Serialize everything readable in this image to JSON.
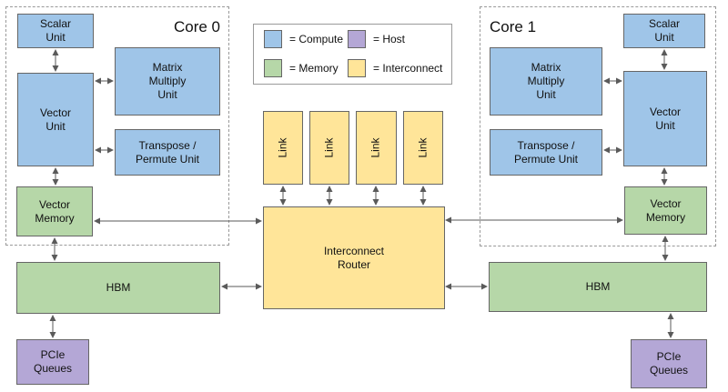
{
  "palette": {
    "compute": "#9fc5e8",
    "memory": "#b6d7a8",
    "host": "#b4a7d6",
    "interconnect": "#ffe599",
    "box_border": "#666666",
    "dashed_border": "#9a9a9a",
    "arrow": "#5a5a5a"
  },
  "legend": {
    "compute": "= Compute",
    "host": "= Host",
    "memory": "= Memory",
    "interconnect": "= Interconnect"
  },
  "core0": {
    "title": "Core 0",
    "scalar_unit": "Scalar\nUnit",
    "vector_unit": "Vector\nUnit",
    "matrix_multiply_unit": "Matrix\nMultiply\nUnit",
    "transpose_permute_unit": "Transpose /\nPermute Unit",
    "vector_memory": "Vector\nMemory"
  },
  "core1": {
    "title": "Core 1",
    "scalar_unit": "Scalar\nUnit",
    "vector_unit": "Vector\nUnit",
    "matrix_multiply_unit": "Matrix\nMultiply\nUnit",
    "transpose_permute_unit": "Transpose /\nPermute Unit",
    "vector_memory": "Vector\nMemory"
  },
  "links": [
    "Link",
    "Link",
    "Link",
    "Link"
  ],
  "router": {
    "label": "Interconnect\nRouter"
  },
  "hbm": {
    "left": "HBM",
    "right": "HBM"
  },
  "pcie": {
    "left": "PCIe\nQueues",
    "right": "PCIe\nQueues"
  }
}
